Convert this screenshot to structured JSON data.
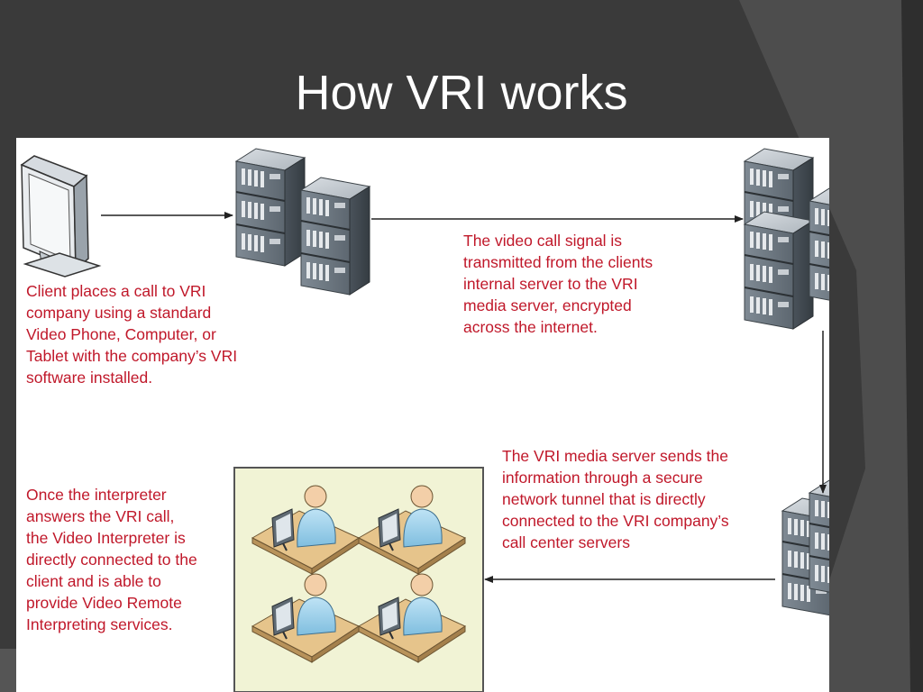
{
  "slide": {
    "title": "How VRI works",
    "colors": {
      "background": "#3a3a3a",
      "panel": "#ffffff",
      "annotation_text": "#c0182a",
      "arrow": "#222222"
    }
  },
  "diagram": {
    "nodes": [
      {
        "id": "client-device",
        "icon": "computer-monitor-icon"
      },
      {
        "id": "client-internal-servers",
        "icon": "server-rack-icon"
      },
      {
        "id": "vri-media-servers",
        "icon": "server-rack-icon"
      },
      {
        "id": "call-center-servers",
        "icon": "server-rack-icon"
      },
      {
        "id": "interpreter-call-center",
        "icon": "interpreter-workstations-icon"
      }
    ],
    "edges": [
      {
        "from": "client-device",
        "to": "client-internal-servers"
      },
      {
        "from": "client-internal-servers",
        "to": "vri-media-servers"
      },
      {
        "from": "vri-media-servers",
        "to": "call-center-servers"
      },
      {
        "from": "call-center-servers",
        "to": "interpreter-call-center"
      }
    ],
    "annotations": {
      "client": "Client  places a call to VRI\ncompany using a standard\nVideo Phone,  Computer, or\nTablet with the company’s VRI\nsoftware installed.",
      "signal": "The video call signal is\ntransmitted from the clients\ninternal server to the VRI\nmedia server, encrypted\nacross the internet.",
      "media_server": "The VRI media server sends the\ninformation through a secure\nnetwork tunnel  that is directly\nconnected to the VRI company’s\ncall center servers",
      "interpreter": "Once the interpreter\nanswers the VRI call,\nthe Video Interpreter is\ndirectly connected to the\nclient and is able to\nprovide Video Remote\nInterpreting  services."
    }
  }
}
